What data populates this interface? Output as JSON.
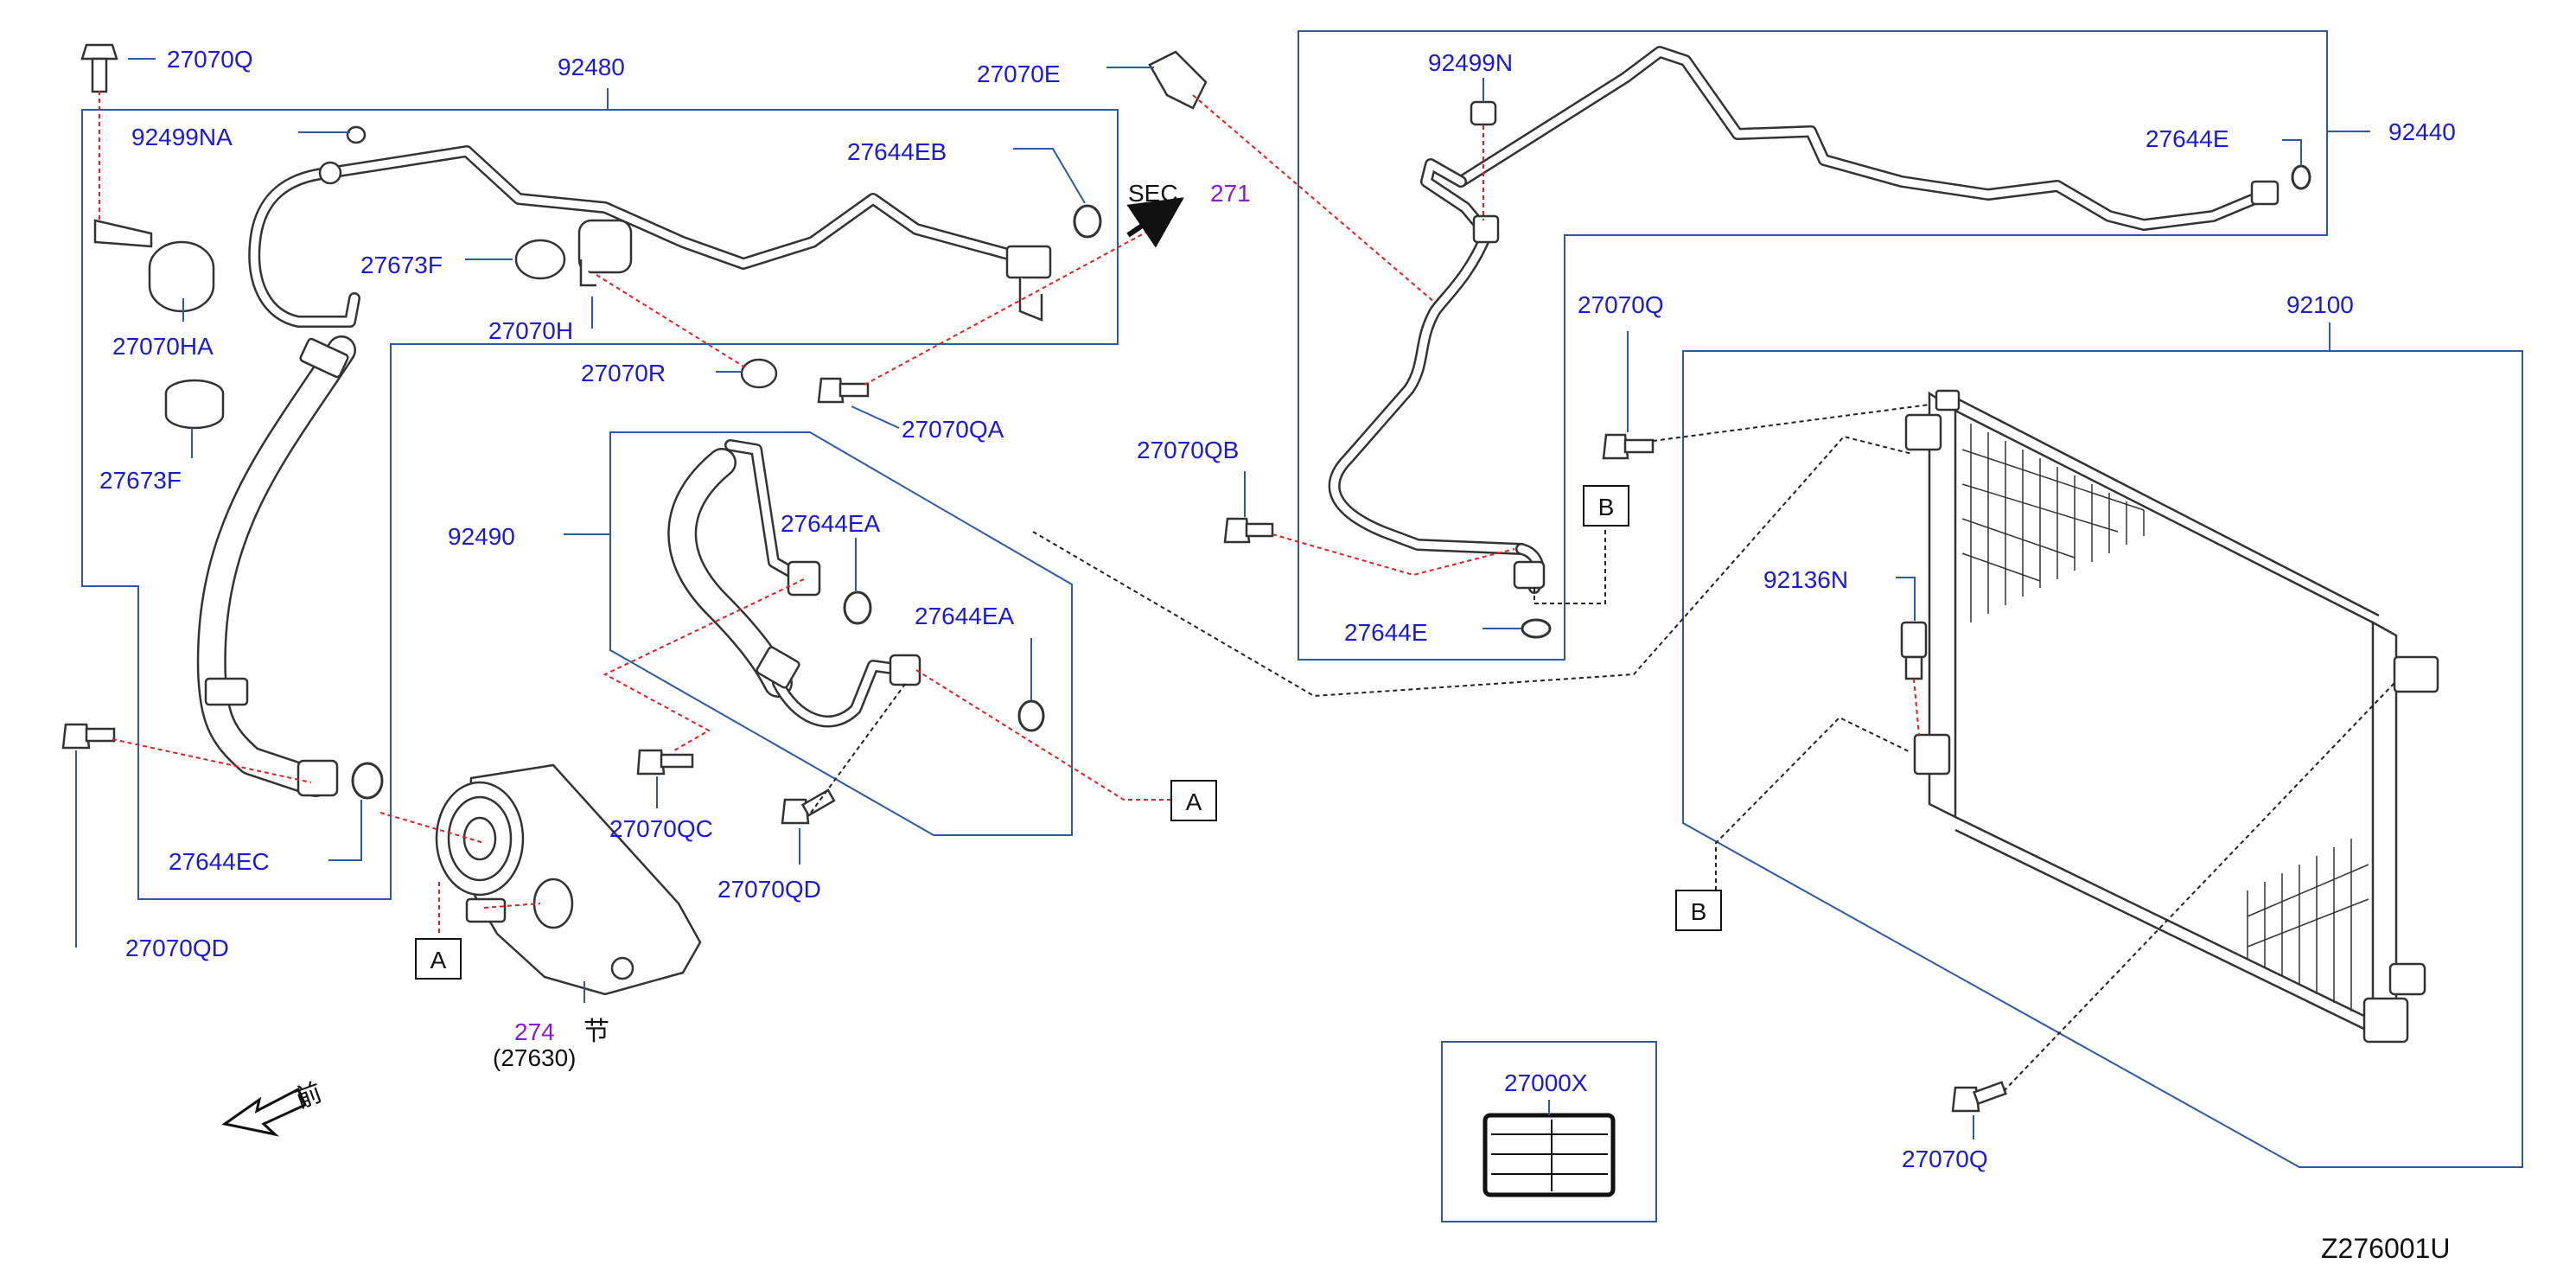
{
  "diagram_code": "Z276001U",
  "front_marker": "前",
  "ref_note_text": "节",
  "section_ref": {
    "prefix": "SEC.",
    "number": "271"
  },
  "compressor_ref": {
    "section": "274",
    "part": "(27630)"
  },
  "callouts": {
    "a1": "A",
    "a2": "A",
    "b1": "B",
    "b2": "B"
  },
  "labels": {
    "p27070Q_top": "27070Q",
    "p92480": "92480",
    "p92499NA": "92499NA",
    "p27644EB": "27644EB",
    "p27673F_a": "27673F",
    "p27070HA": "27070HA",
    "p27070H": "27070H",
    "p27673F_b": "27673F",
    "p27070R": "27070R",
    "p27070QA": "27070QA",
    "p27070E": "27070E",
    "p92499N": "92499N",
    "p27644E_top": "27644E",
    "p92440": "92440",
    "p27070Q_mid": "27070Q",
    "p92100": "92100",
    "p27070QB": "27070QB",
    "p92490": "92490",
    "p27644EA_a": "27644EA",
    "p27644EA_b": "27644EA",
    "p27644E_mid": "27644E",
    "p92136N": "92136N",
    "p27644EC": "27644EC",
    "p27070QC": "27070QC",
    "p27070QD_mid": "27070QD",
    "p27070QD_left": "27070QD",
    "p27000X": "27000X",
    "p27070Q_bot": "27070Q"
  }
}
